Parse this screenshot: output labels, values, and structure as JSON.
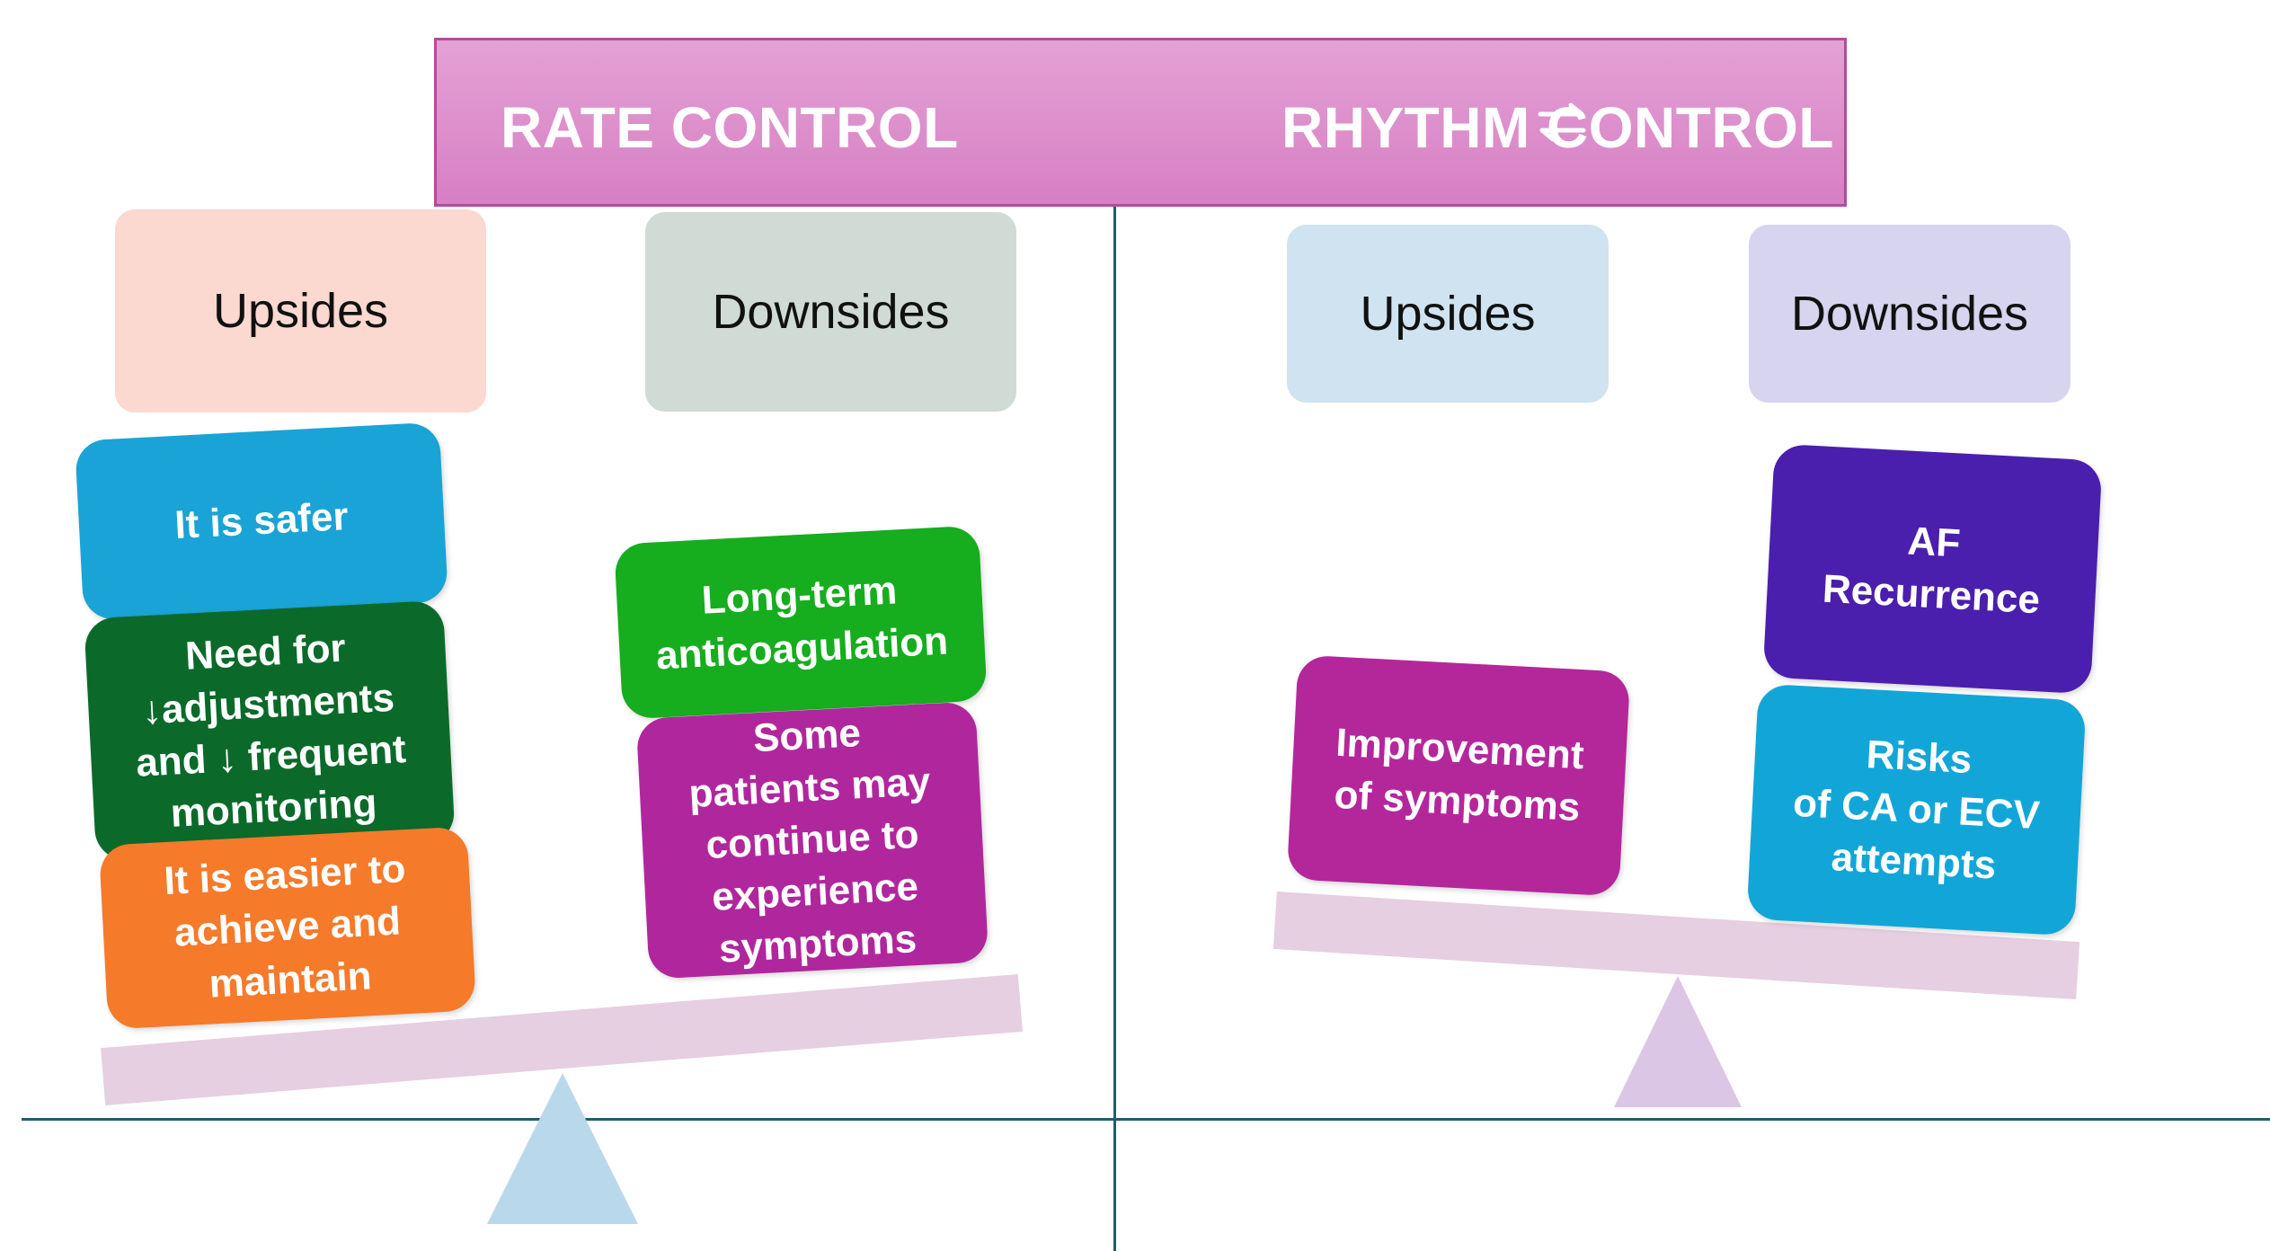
{
  "banner": {
    "left_title": "RATE CONTROL",
    "right_title": "RHYTHM CONTROL",
    "arrows_icon": "left-right-arrows-icon"
  },
  "rate_control": {
    "upsides_label": "Upsides",
    "downsides_label": "Downsides",
    "upsides": [
      "It is safer",
      "Need for\n↓adjustments\nand ↓ frequent\nmonitoring",
      "It is easier to\nachieve and\nmaintain"
    ],
    "downsides": [
      "Long-term\nanticoagulation",
      "Some\npatients may\ncontinue to\nexperience\nsymptoms"
    ]
  },
  "rhythm_control": {
    "upsides_label": "Upsides",
    "downsides_label": "Downsides",
    "upsides": [
      "Improvement\nof symptoms"
    ],
    "downsides": [
      "AF\nRecurrence",
      "Risks\nof CA or ECV\nattempts"
    ]
  },
  "colors": {
    "banner": "#d98ac7",
    "rate_upsides_header": "#fcd9d0",
    "rate_downsides_header": "#d0dbd6",
    "rhythm_upsides_header": "#cfe3f0",
    "rhythm_downsides_header": "#d6d4ee",
    "safer": "#1aa3d6",
    "adjustments": "#0b6a2a",
    "easier": "#f57a2a",
    "anticoagulation": "#16ad1f",
    "symptoms_continue": "#b0279d",
    "improvement": "#b4279b",
    "af_recurrence": "#4b1fad",
    "risks": "#12a6d8",
    "plank": "#e6cfe0",
    "rate_fulcrum": "#bad8ec",
    "rhythm_fulcrum": "#dcc6e6",
    "divider": "#1f5f6b"
  }
}
